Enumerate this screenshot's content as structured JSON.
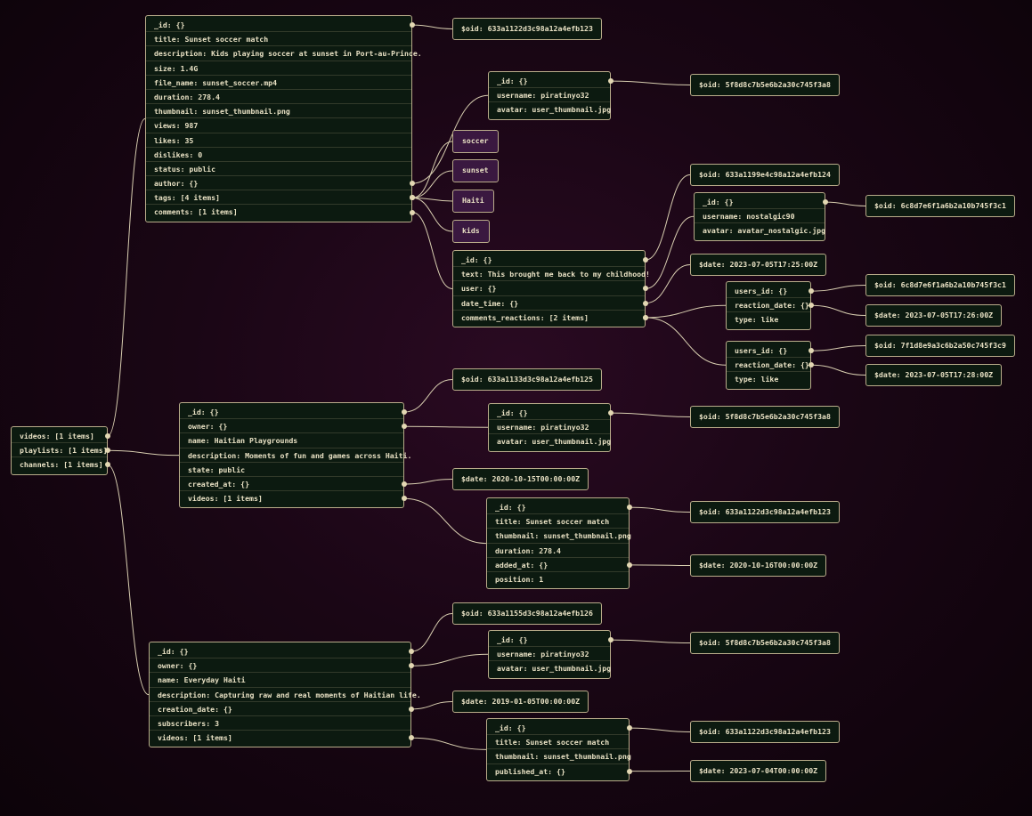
{
  "root": {
    "rows": [
      "videos: [1 items]",
      "playlists: [1 items]",
      "channels: [1 items]"
    ]
  },
  "video": {
    "rows": [
      "_id: {}",
      "title: Sunset soccer match",
      "description: Kids playing soccer at sunset in Port-au-Prince.",
      "size: 1.4G",
      "file_name: sunset_soccer.mp4",
      "duration: 278.4",
      "thumbnail: sunset_thumbnail.png",
      "views: 987",
      "likes: 35",
      "dislikes: 0",
      "status: public",
      "author: {}",
      "tags: [4 items]",
      "comments: [1 items]"
    ],
    "oid": "$oid: 633a1122d3c98a12a4efb123",
    "author": {
      "rows": [
        "_id: {}",
        "username: piratinyo32",
        "avatar: user_thumbnail.jpg"
      ],
      "oid": "$oid: 5f8d8c7b5e6b2a30c745f3a8"
    },
    "tags": [
      "soccer",
      "sunset",
      "Haiti",
      "kids"
    ],
    "comment": {
      "rows": [
        "_id: {}",
        "text: This brought me back to my childhood!",
        "user: {}",
        "date_time: {}",
        "comments_reactions: [2 items]"
      ],
      "oid": "$oid: 633a1199e4c98a12a4efb124",
      "user": {
        "rows": [
          "_id: {}",
          "username: nostalgic90",
          "avatar: avatar_nostalgic.jpg"
        ],
        "oid": "$oid: 6c8d7e6f1a6b2a10b745f3c1"
      },
      "date": "$date: 2023-07-05T17:25:00Z",
      "reactions": [
        {
          "rows": [
            "users_id: {}",
            "reaction_date: {}",
            "type: like"
          ],
          "oid": "$oid: 6c8d7e6f1a6b2a10b745f3c1",
          "date": "$date: 2023-07-05T17:26:00Z"
        },
        {
          "rows": [
            "users_id: {}",
            "reaction_date: {}",
            "type: like"
          ],
          "oid": "$oid: 7f1d8e9a3c6b2a50c745f3c9",
          "date": "$date: 2023-07-05T17:28:00Z"
        }
      ]
    }
  },
  "playlist": {
    "rows": [
      "_id: {}",
      "owner: {}",
      "name: Haitian Playgrounds",
      "description: Moments of fun and games across Haiti.",
      "state: public",
      "created_at: {}",
      "videos: [1 items]"
    ],
    "oid": "$oid: 633a1133d3c98a12a4efb125",
    "owner": {
      "rows": [
        "_id: {}",
        "username: piratinyo32",
        "avatar: user_thumbnail.jpg"
      ],
      "oid": "$oid: 5f8d8c7b5e6b2a30c745f3a8"
    },
    "created": "$date: 2020-10-15T00:00:00Z",
    "video": {
      "rows": [
        "_id: {}",
        "title: Sunset soccer match",
        "thumbnail: sunset_thumbnail.png",
        "duration: 278.4",
        "added_at: {}",
        "position: 1"
      ],
      "oid": "$oid: 633a1122d3c98a12a4efb123",
      "date": "$date: 2020-10-16T00:00:00Z"
    }
  },
  "channel": {
    "rows": [
      "_id: {}",
      "owner: {}",
      "name: Everyday Haiti",
      "description: Capturing raw and real moments of Haitian life.",
      "creation_date: {}",
      "subscribers: 3",
      "videos: [1 items]"
    ],
    "oid": "$oid: 633a1155d3c98a12a4efb126",
    "owner": {
      "rows": [
        "_id: {}",
        "username: piratinyo32",
        "avatar: user_thumbnail.jpg"
      ],
      "oid": "$oid: 5f8d8c7b5e6b2a30c745f3a8"
    },
    "created": "$date: 2019-01-05T00:00:00Z",
    "video": {
      "rows": [
        "_id: {}",
        "title: Sunset soccer match",
        "thumbnail: sunset_thumbnail.png",
        "published_at: {}"
      ],
      "oid": "$oid: 633a1122d3c98a12a4efb123",
      "date": "$date: 2023-07-04T00:00:00Z"
    }
  }
}
